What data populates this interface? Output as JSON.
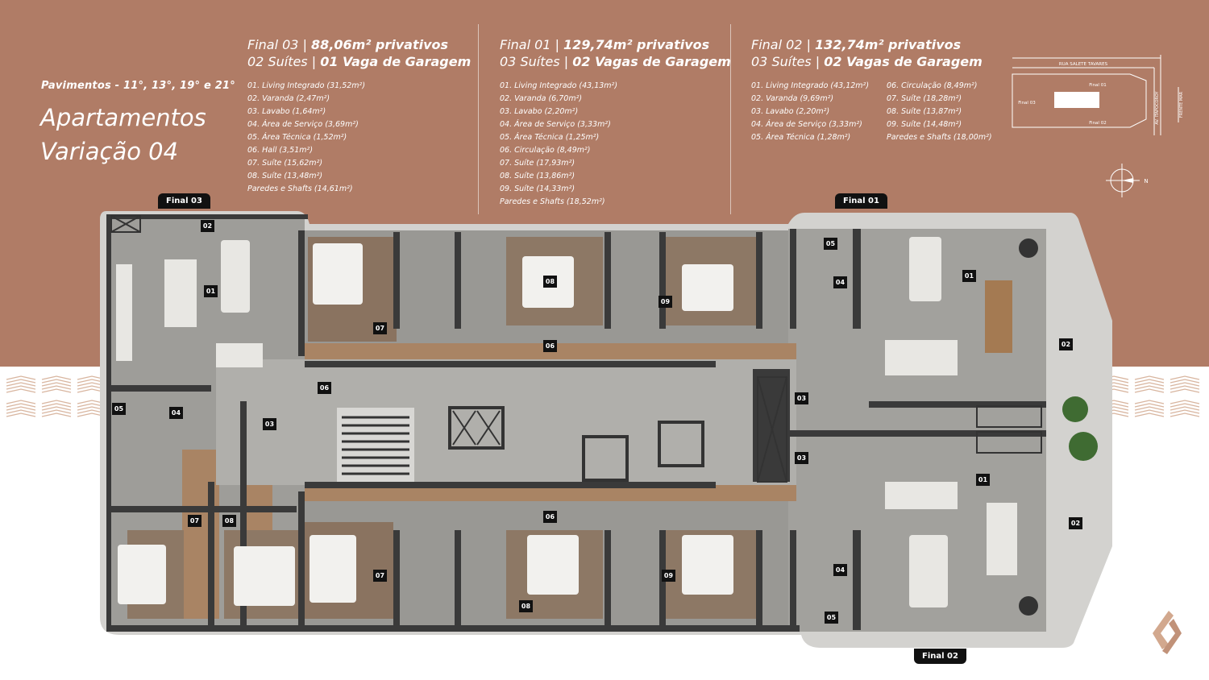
{
  "header": {
    "floors": "Pavimentos - 11°, 13°, 19° e 21°",
    "title_line1": "Apartamentos",
    "title_line2": "Variação 04"
  },
  "units": [
    {
      "name": "Final 03",
      "area": "88,06m² privativos",
      "suites": "02 Suítes",
      "garage": "01 Vaga de Garagem",
      "rooms": [
        "01. Living Integrado (31,52m²)",
        "02. Varanda (2,47m²)",
        "03. Lavabo (1,64m²)",
        "04. Área de Serviço (3,69m²)",
        "05. Área Técnica (1,52m²)",
        "06. Hall (3,51m²)",
        "07. Suíte (15,62m²)",
        "08. Suíte (13,48m²)",
        "Paredes e Shafts (14,61m²)"
      ]
    },
    {
      "name": "Final 01",
      "area": "129,74m² privativos",
      "suites": "03 Suítes",
      "garage": "02 Vagas de Garagem",
      "rooms": [
        "01. Living Integrado (43,13m²)",
        "02. Varanda (6,70m²)",
        "03. Lavabo (2,20m²)",
        "04. Área de Serviço (3,33m²)",
        "05. Área Técnica (1,25m²)",
        "06. Circulação (8,49m²)",
        "07. Suíte (17,93m²)",
        "08. Suíte (13,86m²)",
        "09. Suíte (14,33m²)",
        "Paredes e Shafts (18,52m²)"
      ]
    },
    {
      "name": "Final 02",
      "area": "132,74m² privativos",
      "suites": "03 Suítes",
      "garage": "02 Vagas de Garagem",
      "rooms_a": [
        "01. Living Integrado (43,12m²)",
        "02. Varanda (9,69m²)",
        "03. Lavabo (2,20m²)",
        "04. Área de Serviço (3,33m²)",
        "05. Área Técnica (1,28m²)"
      ],
      "rooms_b": [
        "06. Circulação (8,49m²)",
        "07. Suíte (18,28m²)",
        "08. Suíte (13,87m²)",
        "09. Suíte (14,48m²)",
        "Paredes e Shafts (18,00m²)"
      ]
    }
  ],
  "site_plan": {
    "street_top": "RUA SALETE TAVARES",
    "street_side": "AV. ITAPOCOROY",
    "sea_front": "FRENTE MAR",
    "final_01": "Final 01",
    "final_02": "Final 02",
    "final_03": "Final 03"
  },
  "compass": {
    "north": "N"
  },
  "plan_tags": {
    "final_03": "Final 03",
    "final_01": "Final 01",
    "final_02": "Final 02"
  },
  "room_numbers": {
    "n02": "02",
    "n01": "01",
    "n05": "05",
    "n04": "04",
    "n03": "03",
    "n06": "06",
    "n07": "07",
    "n08": "08",
    "n09": "09"
  },
  "colors": {
    "band": "#b07c66",
    "wall": "#3a3a3a",
    "floor_tile": "#a7a7a5",
    "wood": "#a98464",
    "label_bg": "#111111"
  }
}
